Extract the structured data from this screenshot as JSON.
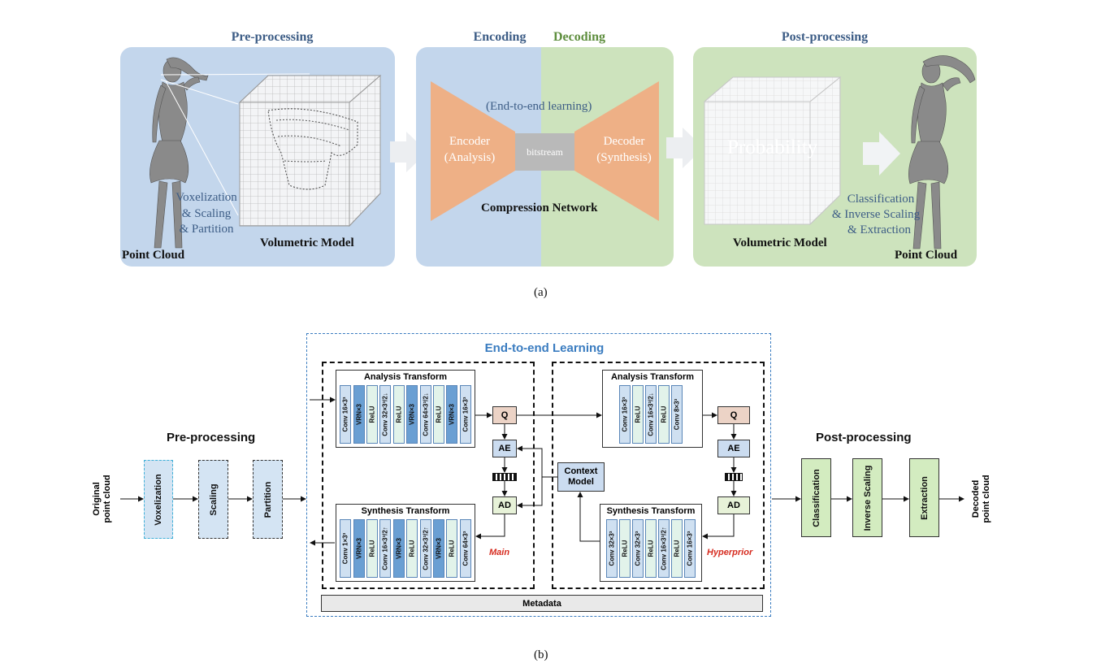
{
  "fig_a": {
    "pre_title": "Pre-processing",
    "enc_title": "Encoding",
    "dec_title": "Decoding",
    "post_title": "Post-processing",
    "point_cloud_left": "Point Cloud",
    "volumetric_left": "Volumetric Model",
    "voxel_line1": "Voxelization",
    "voxel_line2": "& Scaling",
    "voxel_line3": "& Partition",
    "e2e": "(End-to-end learning)",
    "encoder_line1": "Encoder",
    "encoder_line2": "(Analysis)",
    "bitstream": "bitstream",
    "decoder_line1": "Decoder",
    "decoder_line2": "(Synthesis)",
    "compression": "Compression Network",
    "probability": "Probability",
    "class_line1": "Classification",
    "class_line2": "& Inverse Scaling",
    "class_line3": "& Extraction",
    "volumetric_right": "Volumetric Model",
    "point_cloud_right": "Point Cloud",
    "caption": "(a)",
    "colors": {
      "blue_panel": "#c3d6ec",
      "green_panel": "#cde3bd",
      "orange": "#eeb086",
      "gray_bar": "#b9b9b9"
    }
  },
  "fig_b": {
    "e2e_title": "End-to-end Learning",
    "pre_title": "Pre-processing",
    "post_title": "Post-processing",
    "input_line1": "Original",
    "input_line2": "point cloud",
    "output_line1": "Decoded",
    "output_line2": "point cloud",
    "pre_steps": [
      "Voxelization",
      "Scaling",
      "Partition"
    ],
    "post_steps": [
      "Classification",
      "Inverse Scaling",
      "Extraction"
    ],
    "main": {
      "analysis_title": "Analysis Transform",
      "analysis_layers": [
        "Conv 16×3³",
        "VRN×3",
        "ReLU",
        "Conv 32×3³/2↓",
        "ReLU",
        "VRN×3",
        "Conv 64×3³/2↓",
        "ReLU",
        "VRN×3",
        "Conv 16×3³"
      ],
      "synthesis_title": "Synthesis Transform",
      "synthesis_layers": [
        "Conv 1×3³",
        "VRN×3",
        "ReLU",
        "Conv 16×3³/2↑",
        "VRN×3",
        "ReLU",
        "Conv 32×3³/2↑",
        "VRN×3",
        "ReLU",
        "Conv 64×3³"
      ],
      "q": "Q",
      "ae": "AE",
      "ad": "AD",
      "label": "Main"
    },
    "hyper": {
      "analysis_title": "Analysis Transform",
      "analysis_layers": [
        "Conv 16×3³",
        "ReLU",
        "Conv 16×3³/2↓",
        "ReLU",
        "Conv 8×3³"
      ],
      "synthesis_title": "Synthesis Transform",
      "synthesis_layers": [
        "Conv 32×3³",
        "ReLU",
        "Conv 32×3³",
        "ReLU",
        "Conv 16×3³/2↑",
        "ReLU",
        "Conv 16×3³"
      ],
      "q": "Q",
      "ae": "AE",
      "ad": "AD",
      "label": "Hyperprior"
    },
    "context_line1": "Context",
    "context_line2": "Model",
    "metadata": "Metadata",
    "caption": "(b)",
    "colors": {
      "accent": "#3a7cc0",
      "red": "#d62b1f",
      "vrn": "#6a9fd3",
      "layer": "#cfe0f1",
      "relu": "#e2f3ea",
      "q": "#ecd3c6",
      "ae": "#cbdcf0",
      "ad": "#e7f2d8",
      "green": "#d3ecc0"
    }
  }
}
